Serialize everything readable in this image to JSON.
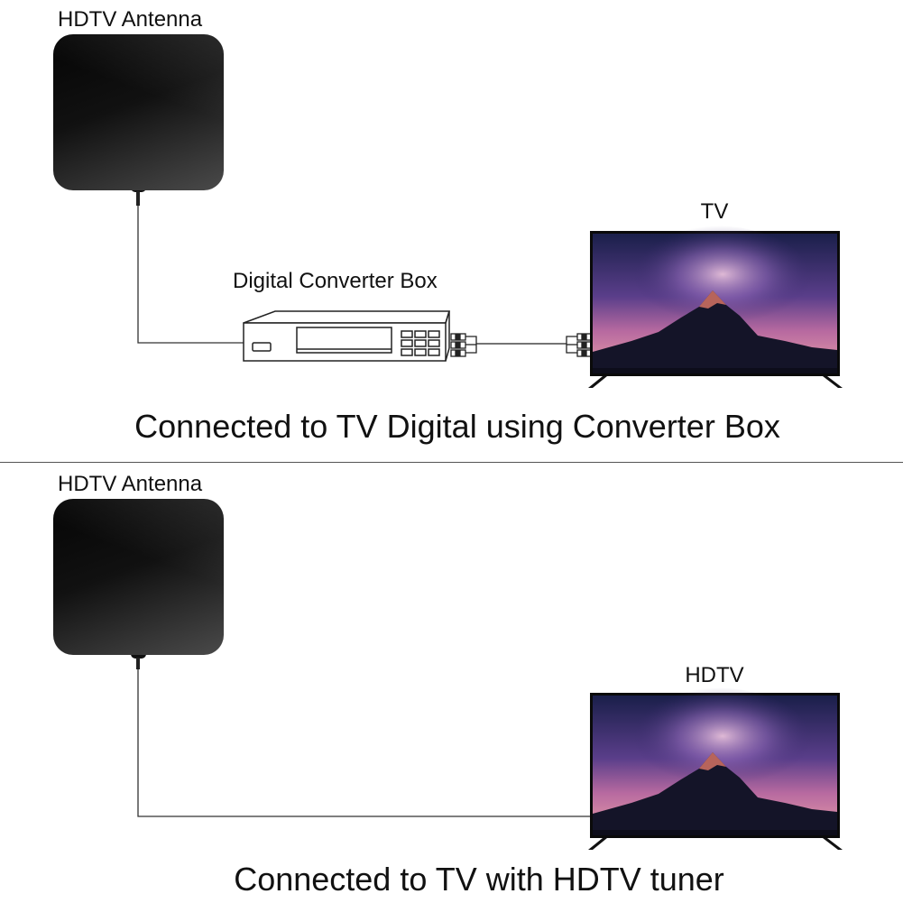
{
  "top_panel": {
    "antenna_label": "HDTV Antenna",
    "converter_label": "Digital Converter Box",
    "tv_label": "TV",
    "caption": "Connected to TV Digital using Converter Box"
  },
  "bottom_panel": {
    "antenna_label": "HDTV Antenna",
    "tv_label": "HDTV",
    "caption": "Connected to TV with HDTV tuner"
  }
}
